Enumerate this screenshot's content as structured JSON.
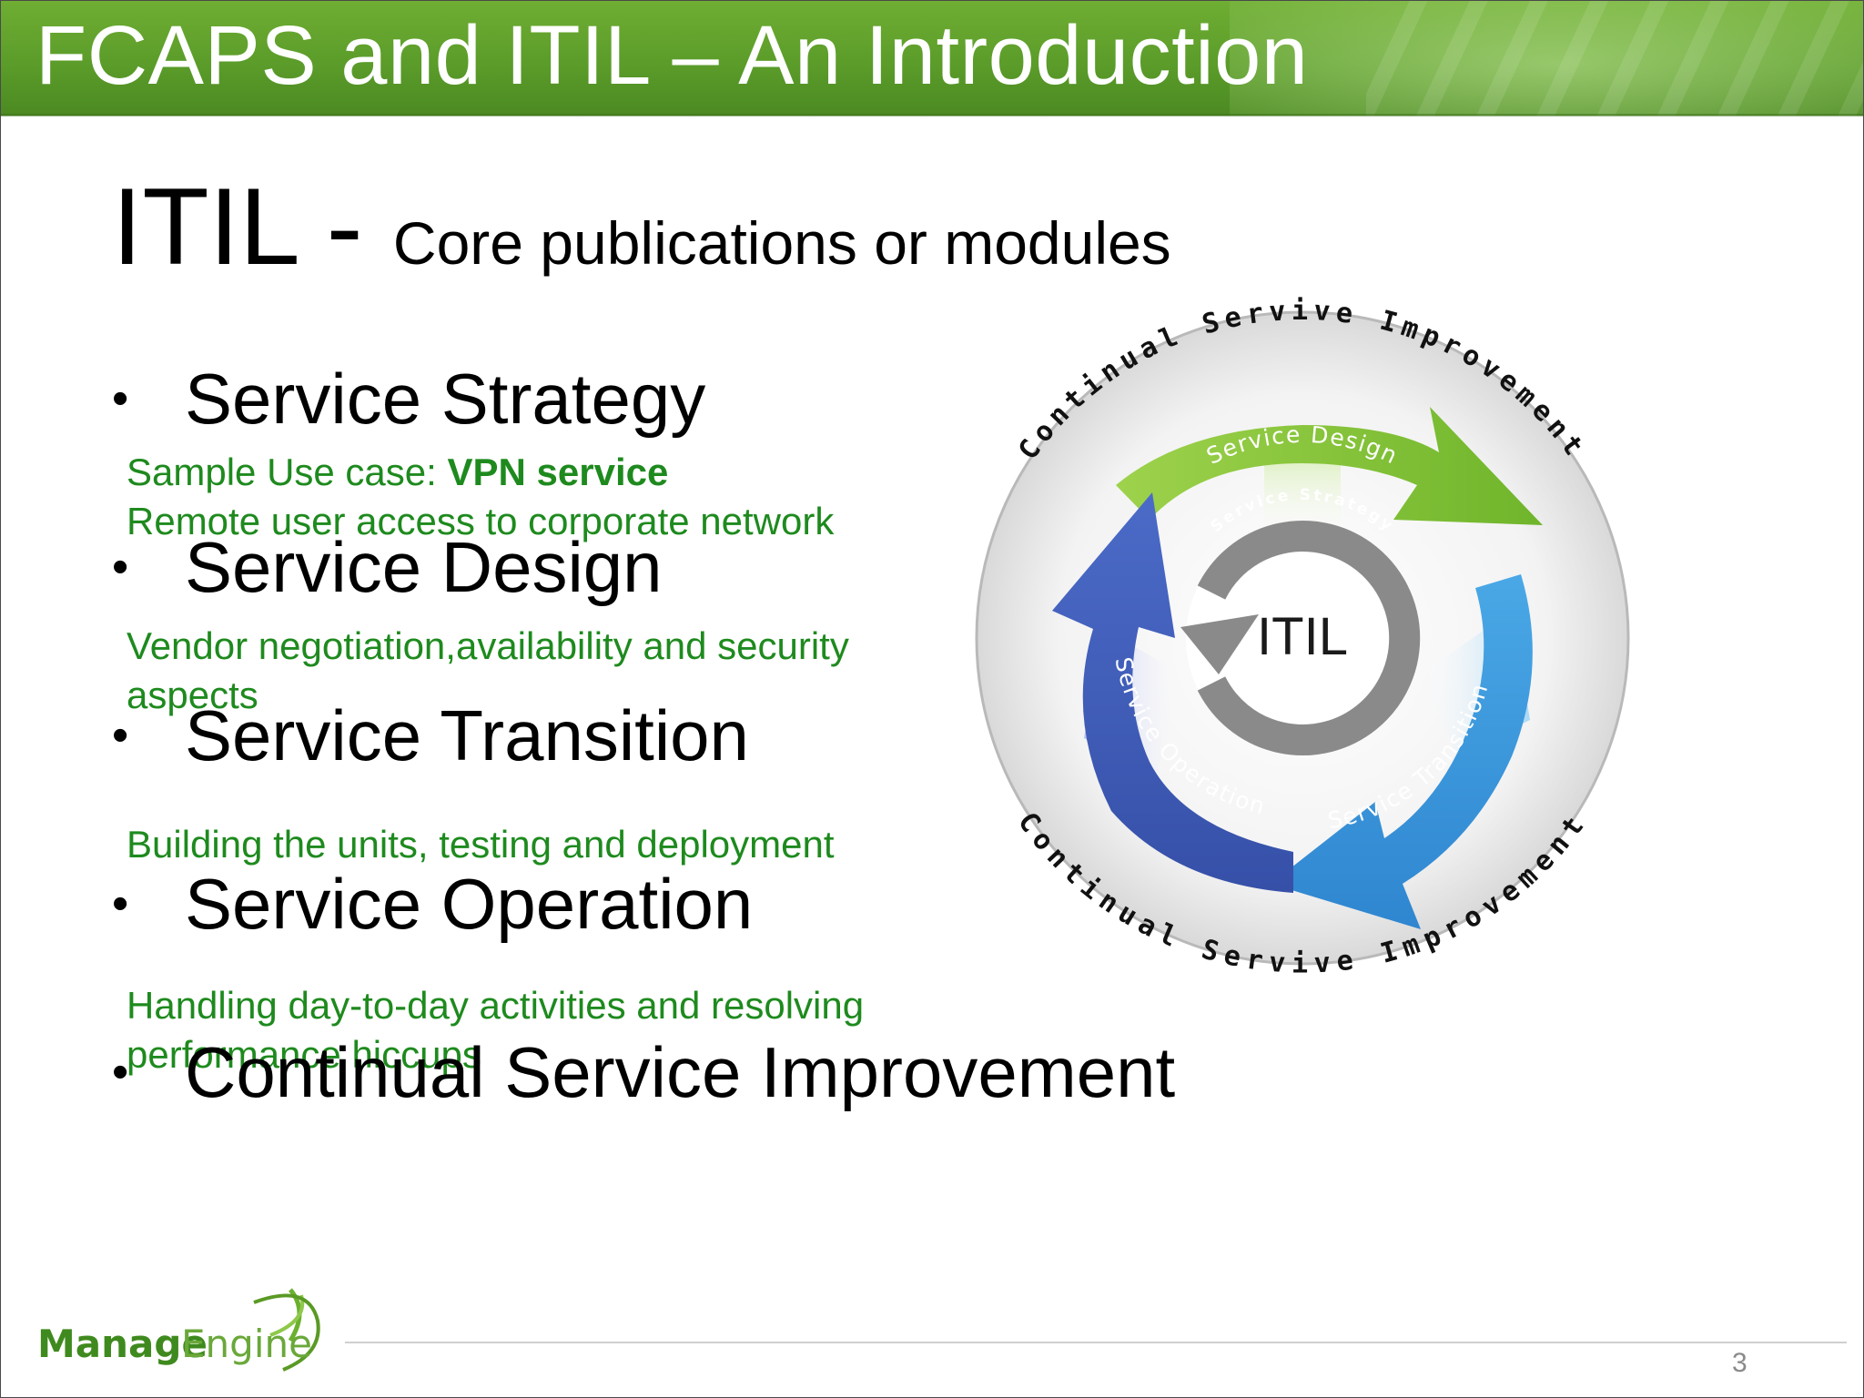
{
  "header": {
    "title": "FCAPS and ITIL – An Introduction"
  },
  "subtitle": {
    "main": "ITIL - ",
    "secondary": "Core publications or modules"
  },
  "bullets": [
    {
      "text": "Service Strategy"
    },
    {
      "text": "Service Design"
    },
    {
      "text": "Service Transition"
    },
    {
      "text": "Service Operation"
    },
    {
      "text": "Continual Service Improvement"
    }
  ],
  "notes": {
    "strategy_prefix": "Sample Use case: ",
    "strategy_bold": "VPN service",
    "strategy_line2": "Remote user access to corporate network",
    "design_line1": "Vendor negotiation,availability and security",
    "design_line2": "aspects",
    "transition": "Building the units, testing and deployment",
    "operation_line1": "Handling day-to-day activities and resolving",
    "operation_line2": "performance hiccups"
  },
  "diagram": {
    "center": "ITIL",
    "inner_ring": "Service Strategy",
    "design_arrow": "Service Design",
    "transition_arrow": "Service Transition",
    "operation_arrow": "Service Operation",
    "outer_top": "Continual Servive Improvement",
    "outer_bottom": "Continual Servive Improvement"
  },
  "footer": {
    "logo_dark": "Manage",
    "logo_light": "Engine",
    "page_number": "3"
  },
  "colors": {
    "header_green": "#5b9c2a",
    "note_green": "#1e8a1e",
    "design_green": "#8cc63e",
    "transition_blue": "#3a95d8",
    "operation_blue": "#3f5fba",
    "strategy_gray": "#8a8a8a"
  }
}
